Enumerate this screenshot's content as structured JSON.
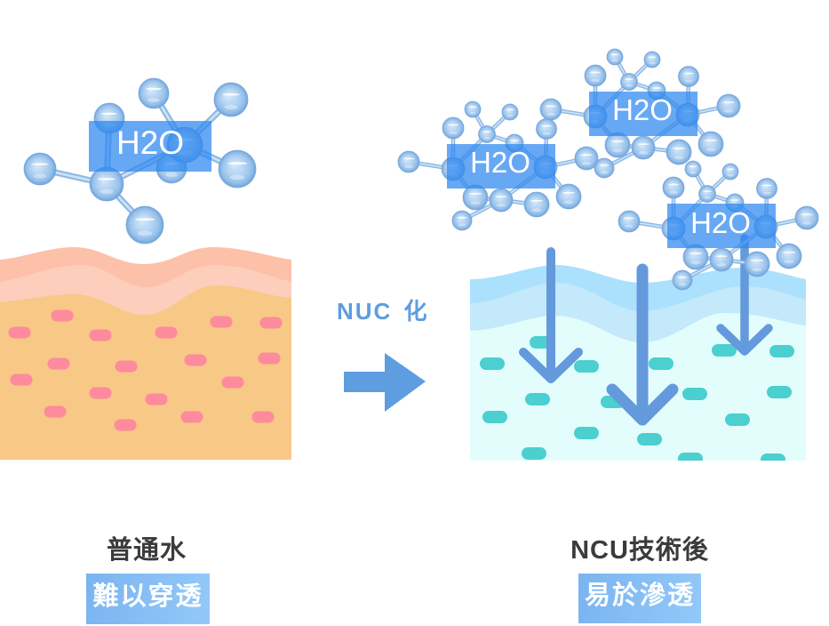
{
  "normal_water": {
    "molecule_label": "H2O",
    "caption_title": "普通水",
    "caption_badge": "難以穿透"
  },
  "transition": {
    "label": "NUC 化",
    "icon": "arrow-right-icon"
  },
  "ncu_water": {
    "molecule_labels": [
      "H2O",
      "H2O",
      "H2O"
    ],
    "penetration_arrows": [
      "arrow-down-icon",
      "arrow-down-icon",
      "arrow-down-icon"
    ],
    "caption_title": "NCU技術後",
    "caption_badge": "易於滲透"
  },
  "colors": {
    "normal_skin_outer": "#fdc0a9",
    "normal_skin_middle": "#fdcebb",
    "normal_skin_inner": "#f8c886",
    "normal_skin_cells": "#fd8a9d",
    "ncu_skin_outer": "#abe1fc",
    "ncu_skin_middle": "#c3e9fa",
    "ncu_skin_inner": "#e3fdfd",
    "ncu_skin_cells": "#4bcfcf",
    "transition_accent": "#5d9de0",
    "penetration_arrow": "#6499dc",
    "molecule_atom": "#b3d3f2",
    "molecule_label_box": "#2c87f0",
    "molecule_label_text": "#ffffff",
    "caption_text": "#3b3b3b",
    "badge_from": "#7ab4f1",
    "badge_to": "#93c9f9",
    "badge_text": "#ffffff"
  }
}
